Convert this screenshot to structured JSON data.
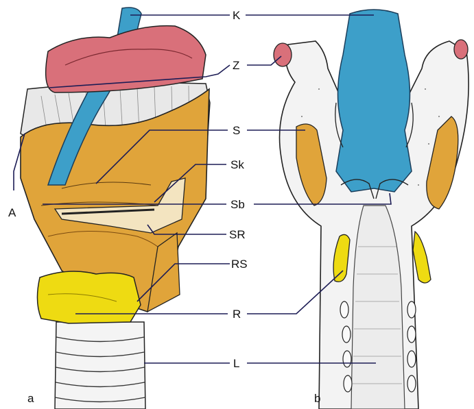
{
  "labels": {
    "K": "K",
    "Z": "Z",
    "S": "S",
    "Sk": "Sk",
    "A": "A",
    "Sb": "Sb",
    "SR": "SR",
    "RS": "RS",
    "R": "R",
    "L": "L",
    "panel_a": "a",
    "panel_b": "b"
  },
  "colors": {
    "epiglottis": "#3d9fc9",
    "arytenoid_region": "#d9707a",
    "thyroid_cartilage": "#e0a43a",
    "cricoid_cartilage": "#eedb12",
    "membrane": "#ececec",
    "trachea": "#f4f4f4",
    "line": "#1c1c55"
  }
}
